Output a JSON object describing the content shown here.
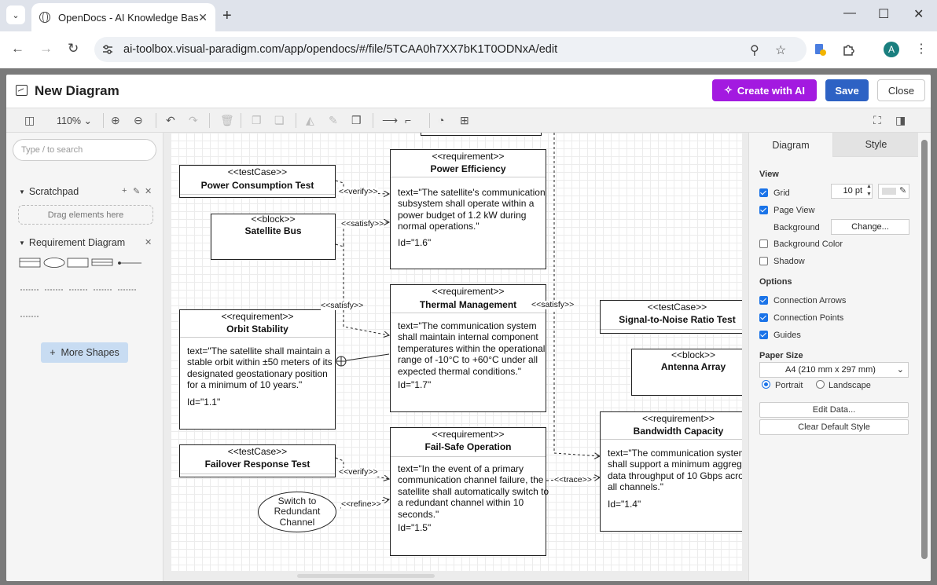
{
  "browser": {
    "tab_title": "OpenDocs - AI Knowledge Base",
    "url": "ai-toolbox.visual-paradigm.com/app/opendocs/#/file/5TCAA0h7XX7bK1T0ODNxA/edit",
    "avatar_letter": "A"
  },
  "dialog": {
    "title": "New Diagram",
    "create_ai_label": "Create with AI",
    "save_label": "Save",
    "close_label": "Close"
  },
  "toolbar": {
    "zoom": "110%"
  },
  "left_panel": {
    "search_placeholder": "Type / to search",
    "scratchpad_title": "Scratchpad",
    "drag_hint": "Drag elements here",
    "library_title": "Requirement Diagram",
    "more_shapes_label": "More Shapes"
  },
  "diagram": {
    "nodes": {
      "power_consumption_test": {
        "stereotype": "<<testCase>>",
        "name": "Power Consumption Test"
      },
      "satellite_bus": {
        "stereotype": "<<block>>",
        "name": "Satellite Bus"
      },
      "power_efficiency": {
        "stereotype": "<<requirement>>",
        "name": "Power Efficiency",
        "text": "text=\"The satellite's communication\nsubsystem shall operate within a\npower budget of 1.2 kW during\nnormal operations.\"",
        "id": "Id=\"1.6\""
      },
      "thermal_management": {
        "stereotype": "<<requirement>>",
        "name": "Thermal Management",
        "text": "text=\"The communication system\nshall maintain internal component\ntemperatures within the operational\nrange of -10°C to +60°C under all\nexpected thermal conditions.\"",
        "id": "Id=\"1.7\""
      },
      "orbit_stability": {
        "stereotype": "<<requirement>>",
        "name": "Orbit Stability",
        "text": "text=\"The satellite shall maintain a\nstable orbit within ±50 meters of its\ndesignated geostationary position\nfor a minimum of 10 years.\"",
        "id": "Id=\"1.1\""
      },
      "snr_test": {
        "stereotype": "<<testCase>>",
        "name": "Signal-to-Noise Ratio Test"
      },
      "antenna_array": {
        "stereotype": "<<block>>",
        "name": "Antenna Array"
      },
      "failover_test": {
        "stereotype": "<<testCase>>",
        "name": "Failover Response Test"
      },
      "fail_safe": {
        "stereotype": "<<requirement>>",
        "name": "Fail-Safe Operation",
        "text": "text=\"In the event of a primary\ncommunication channel failure, the\nsatellite shall automatically switch to\na redundant channel within 10\nseconds.\"",
        "id": "Id=\"1.5\""
      },
      "bandwidth": {
        "stereotype": "<<requirement>>",
        "name": "Bandwidth Capacity",
        "text": "text=\"The communication system\nshall support a minimum aggregate\ndata throughput of 10 Gbps across\nall channels.\"",
        "id": "Id=\"1.4\""
      },
      "switch_channel": {
        "name": "Switch to\nRedundant\nChannel"
      }
    },
    "edge_labels": {
      "verify1": "<<verify>>",
      "satisfy1": "<<satisfy>>",
      "satisfy2": "<<satisfy>>",
      "satisfy3": "<<satisfy>>",
      "verify2": "<<verify>>",
      "refine": "<<refine>>",
      "trace": "<<trace>>"
    }
  },
  "right_panel": {
    "tab_diagram": "Diagram",
    "tab_style": "Style",
    "view_heading": "View",
    "grid_label": "Grid",
    "grid_size": "10 pt",
    "page_view_label": "Page View",
    "background_label": "Background",
    "change_label": "Change...",
    "bg_color_label": "Background Color",
    "shadow_label": "Shadow",
    "options_heading": "Options",
    "conn_arrows_label": "Connection Arrows",
    "conn_points_label": "Connection Points",
    "guides_label": "Guides",
    "paper_heading": "Paper Size",
    "paper_value": "A4 (210 mm x 297 mm)",
    "portrait_label": "Portrait",
    "landscape_label": "Landscape",
    "edit_data_label": "Edit Data...",
    "clear_style_label": "Clear Default Style"
  }
}
